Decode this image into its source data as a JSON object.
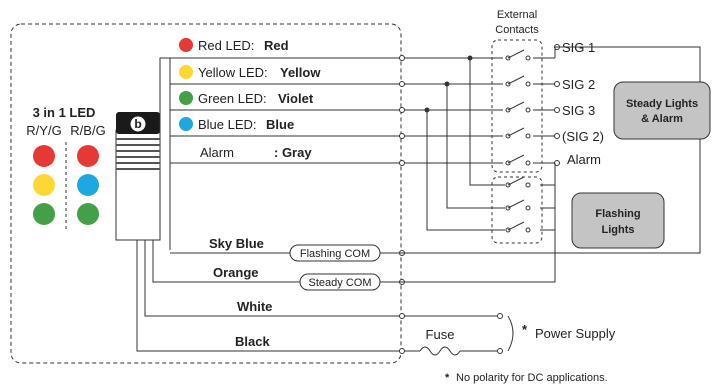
{
  "led_panel": {
    "title": "3 in 1 LED",
    "col1_label": "R/Y/G",
    "col2_label": "R/B/G",
    "col1_colors": [
      "#e53935",
      "#fdd835",
      "#43a047"
    ],
    "col2_colors": [
      "#e53935",
      "#1ea7e0",
      "#43a047"
    ]
  },
  "tower": {
    "badge": "b"
  },
  "led_rows": [
    {
      "dot": "#e53935",
      "name": "Red LED:",
      "value": "Red",
      "value_color": "#e53935"
    },
    {
      "dot": "#fdd835",
      "name": "Yellow LED:",
      "value": "Yellow",
      "value_color": "#f0b400"
    },
    {
      "dot": "#43a047",
      "name": "Green LED:",
      "value": "Violet",
      "value_color": "#6a2c91"
    },
    {
      "dot": "#1ea7e0",
      "name": "Blue LED:",
      "value": "Blue",
      "value_color": "#1f4e9c"
    }
  ],
  "alarm_row": {
    "name": "Alarm",
    "value": ": Gray",
    "value_color": "#888888"
  },
  "wires": {
    "sky_blue": {
      "label": "Sky Blue",
      "color": "#1ea7e0"
    },
    "orange": {
      "label": "Orange",
      "color": "#e87722"
    },
    "white": {
      "label": "White"
    },
    "black": {
      "label": "Black"
    }
  },
  "com": {
    "flashing": "Flashing COM",
    "steady": "Steady COM"
  },
  "contacts": {
    "title_line1": "External",
    "title_line2": "Contacts",
    "signals": [
      "SIG 1",
      "SIG 2",
      "SIG 3",
      "(SIG 2)",
      "Alarm"
    ]
  },
  "boxes": {
    "steady_line1": "Steady Lights",
    "steady_line2": "& Alarm",
    "flashing_line1": "Flashing",
    "flashing_line2": "Lights"
  },
  "power": {
    "fuse": "Fuse",
    "asterisk": "*",
    "supply": "Power Supply",
    "footnote_star": "*",
    "footnote": "No polarity for DC applications."
  }
}
